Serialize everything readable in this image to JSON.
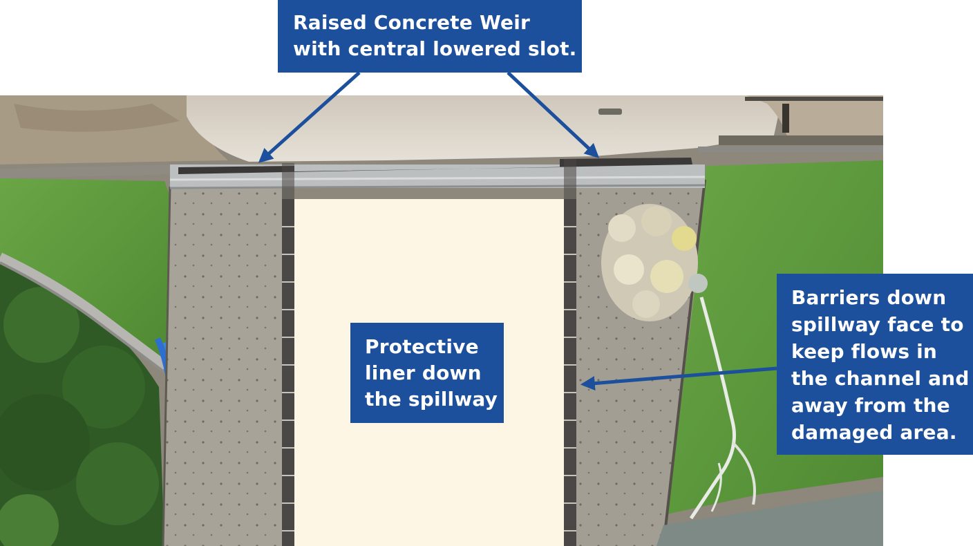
{
  "callouts": {
    "weir": {
      "lines": [
        "Raised Concrete Weir",
        "with central lowered slot."
      ]
    },
    "liner": {
      "lines": [
        "Protective",
        "liner down",
        "the spillway"
      ]
    },
    "barriers": {
      "lines": [
        "Barriers down",
        "spillway face to",
        "keep flows in",
        "the channel and",
        "away from the",
        "damaged area."
      ]
    }
  },
  "colors": {
    "callout_bg": "#1c4f9c",
    "arrow": "#1c4f9c",
    "liner_fill": "#fdf6e4",
    "barrier_wall": "#4a4746",
    "reservoir": "#d9d3c8",
    "grass": "#5f9a3c",
    "trees": "#2f5a26",
    "concrete": "#a8a399",
    "pipes": "#2d6fd1"
  }
}
